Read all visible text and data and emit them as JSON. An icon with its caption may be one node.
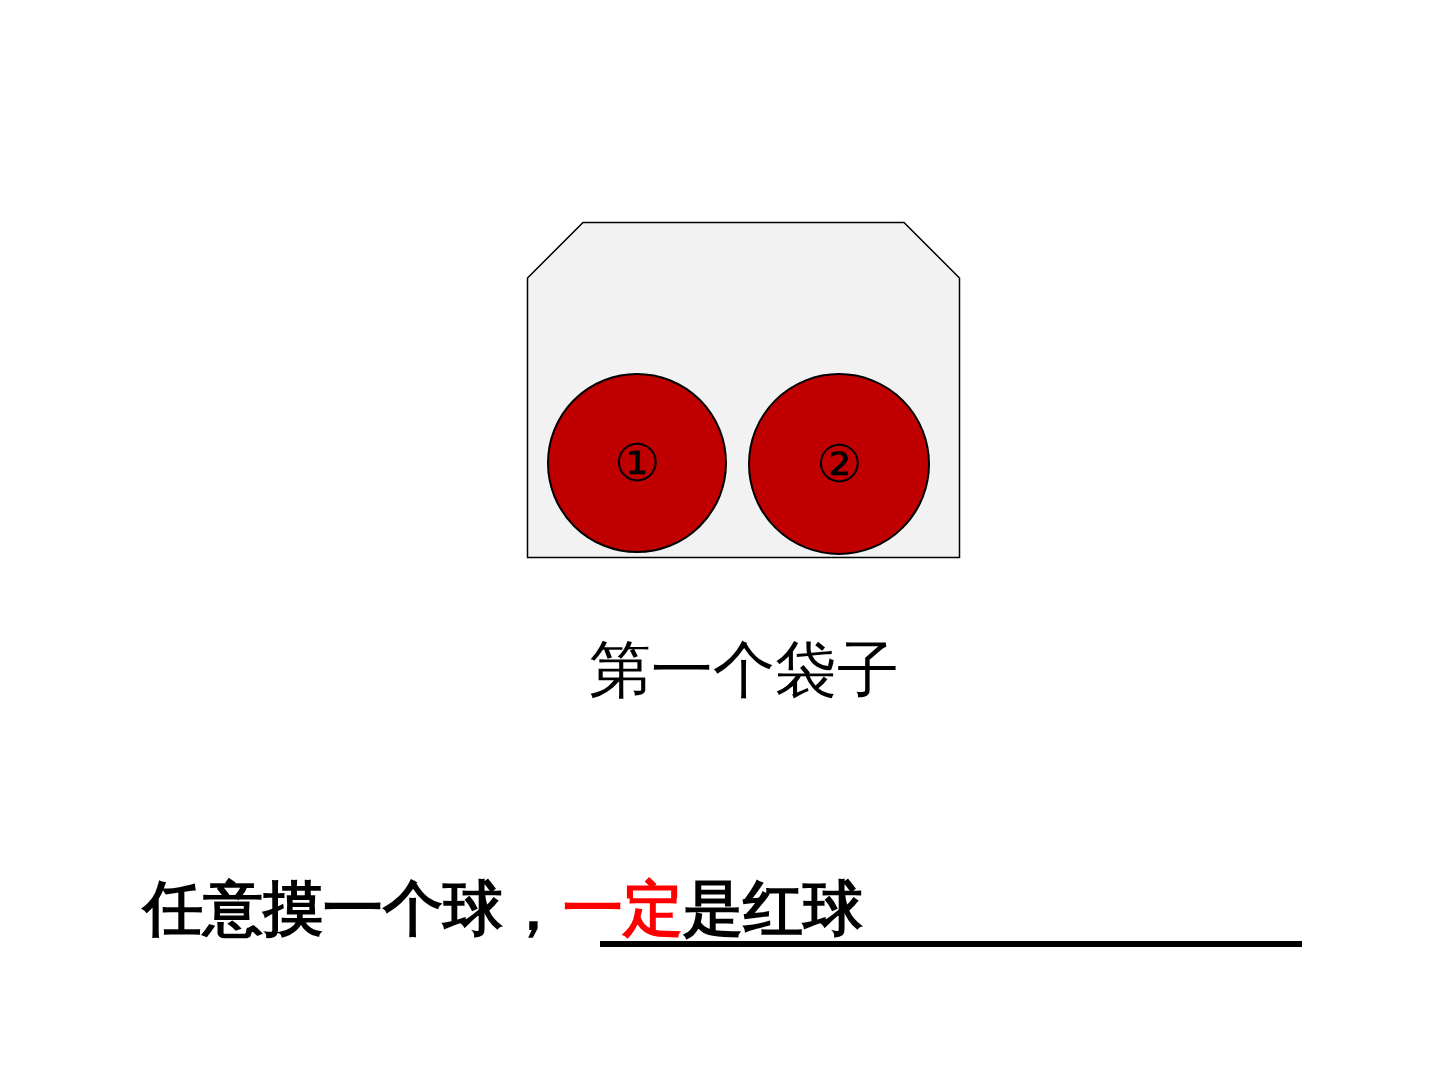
{
  "diagram": {
    "nodes": [
      {
        "text": [],
        "shape": "box",
        "beside": [
          "第一个袋子"
        ]
      },
      {
        "text": [
          "①"
        ],
        "in": 0
      },
      {
        "text": [
          "②"
        ],
        "in": 0
      }
    ],
    "labels": [
      "任意摸一个球，",
      "一定",
      "是红球"
    ]
  }
}
